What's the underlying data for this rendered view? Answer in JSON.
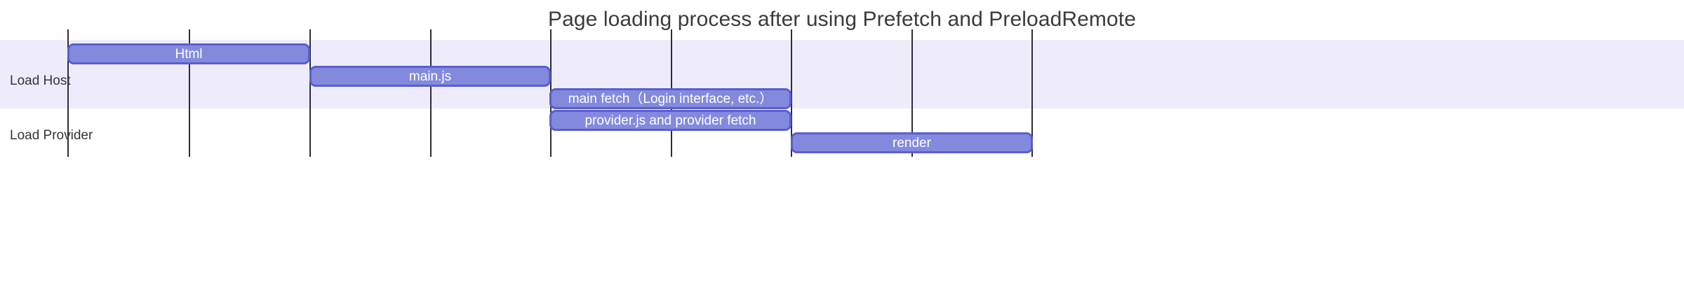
{
  "chart_data": {
    "type": "bar",
    "subtype": "gantt-timeline",
    "title": "Page loading process after using Prefetch and PreloadRemote",
    "xlabel": "",
    "ylabel": "",
    "categories": [
      "Load Host",
      "Load Provider"
    ],
    "grid": true,
    "grid_axis": "x",
    "legend": "none",
    "xlim": [
      0,
      9
    ],
    "xticks": [
      0,
      1,
      2,
      3,
      4,
      5,
      6,
      7,
      8
    ],
    "xtick_labels": [
      "",
      "",
      "",
      "",
      "",
      "",
      "",
      "",
      ""
    ],
    "series": [
      {
        "name": "Html",
        "category": "Load Host",
        "start": 0,
        "end": 1.32,
        "label": "Html"
      },
      {
        "name": "main.js",
        "category": "Load Host",
        "start": 1.32,
        "end": 2.63,
        "label": "main.js"
      },
      {
        "name": "main fetch",
        "category": "Load Host",
        "start": 2.63,
        "end": 4.0,
        "label": "main fetch（Login interface, etc.）"
      },
      {
        "name": "provider.js and provider fetch",
        "category": "Load Provider",
        "start": 2.63,
        "end": 4.0,
        "label": "provider.js and provider fetch"
      },
      {
        "name": "render",
        "category": "Load Provider",
        "start": 4.0,
        "end": 5.32,
        "label": "render"
      }
    ],
    "colors": {
      "bar_fill": "#838ade",
      "bar_border": "#5a5ed0",
      "bar_text": "#ffffff",
      "band_background": "#eeecfb",
      "gridline": "#2e2e38",
      "title_text": "#3b3b3f",
      "label_text": "#35353b",
      "plot_background": "#ffffff"
    }
  },
  "rows": [
    {
      "label": "Load Host"
    },
    {
      "label": "Load Provider"
    }
  ],
  "bars": [
    {
      "label": "Html"
    },
    {
      "label": "main.js"
    },
    {
      "label": "main fetch（Login interface, etc.）"
    },
    {
      "label": "provider.js and provider fetch"
    },
    {
      "label": "render"
    }
  ]
}
